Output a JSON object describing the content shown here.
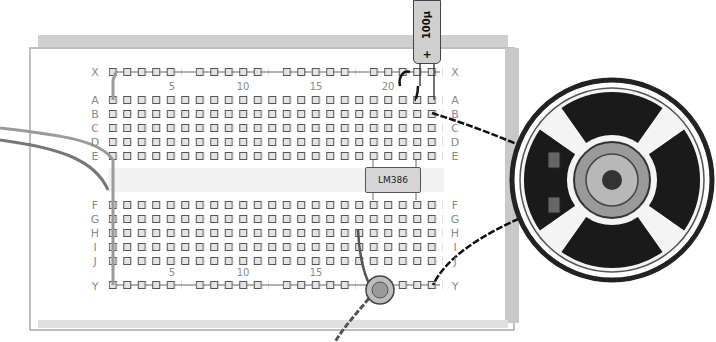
{
  "diagram": {
    "nodes": [
      {
        "text": [
          "100µ",
          "+"
        ]
      },
      {
        "text": [
          "LM386"
        ]
      }
    ],
    "labels": [
      "X",
      "X",
      "5",
      "10",
      "15",
      "20",
      "A",
      "B",
      "C",
      "D",
      "E",
      "A",
      "B",
      "C",
      "D",
      "E",
      "F",
      "G",
      "H",
      "I",
      "J",
      "F",
      "G",
      "H",
      "I",
      "J",
      "5",
      "10",
      "15",
      "Y",
      "Y"
    ]
  }
}
